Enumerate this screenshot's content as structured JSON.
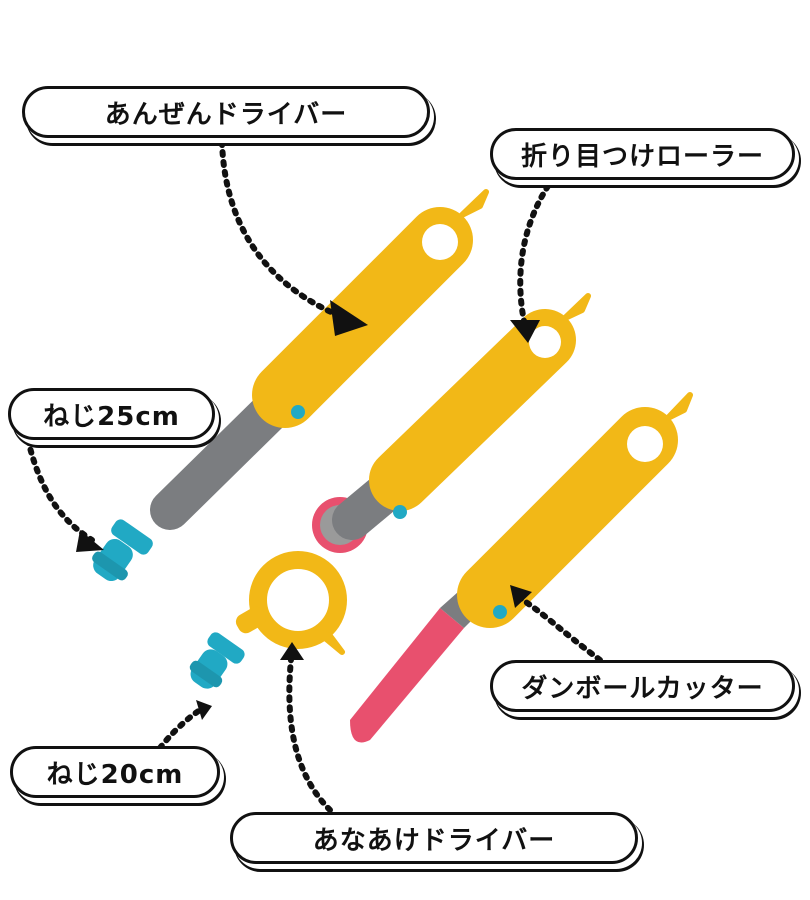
{
  "labels": {
    "safety_driver": "あんぜんドライバー",
    "crease_roller": "折り目つけローラー",
    "screw_25": "ねじ25cm",
    "cardboard_cutter": "ダンボールカッター",
    "screw_20": "ねじ20cm",
    "hole_driver": "あなあけドライバー"
  },
  "colors": {
    "tool_yellow": "#f2b817",
    "tool_yellow_dark": "#d99e0a",
    "shaft_gray": "#7b7d80",
    "screw_teal": "#21a9c4",
    "blade_pink": "#e8506e",
    "outline": "#111111"
  },
  "icons": {
    "arrows": "dotted-curved-arrow-icon",
    "dot": "teal-dot-icon"
  }
}
